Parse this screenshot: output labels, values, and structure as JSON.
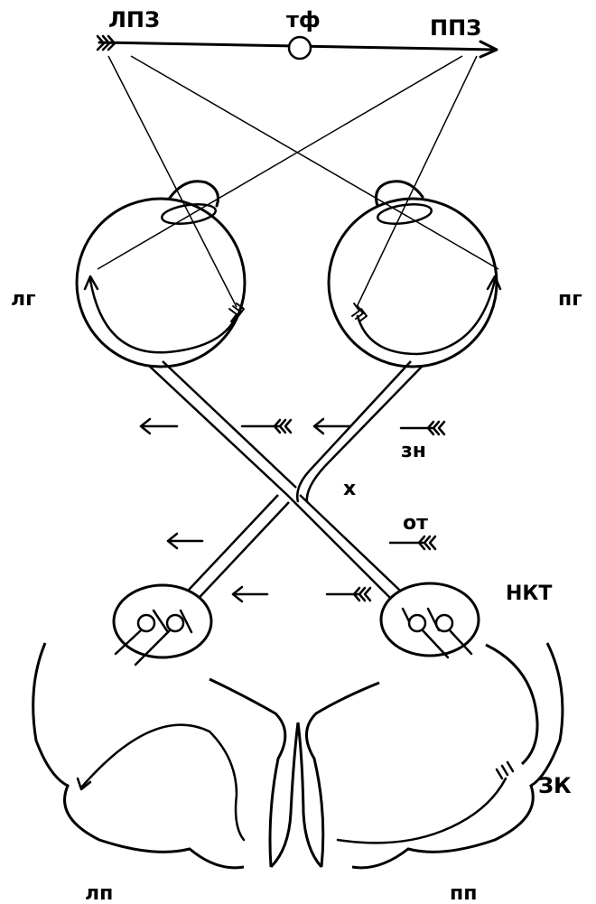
{
  "labels": {
    "left_visual_field": "ЛПЗ",
    "fixation_point": "тф",
    "right_visual_field": "ППЗ",
    "left_eye": "лг",
    "right_eye": "пг",
    "optic_nerve": "зн",
    "chiasm": "х",
    "optic_tract": "от",
    "lgn": "НКТ",
    "visual_cortex": "ЗК",
    "left_hemisphere": "лп",
    "right_hemisphere": "пп"
  }
}
